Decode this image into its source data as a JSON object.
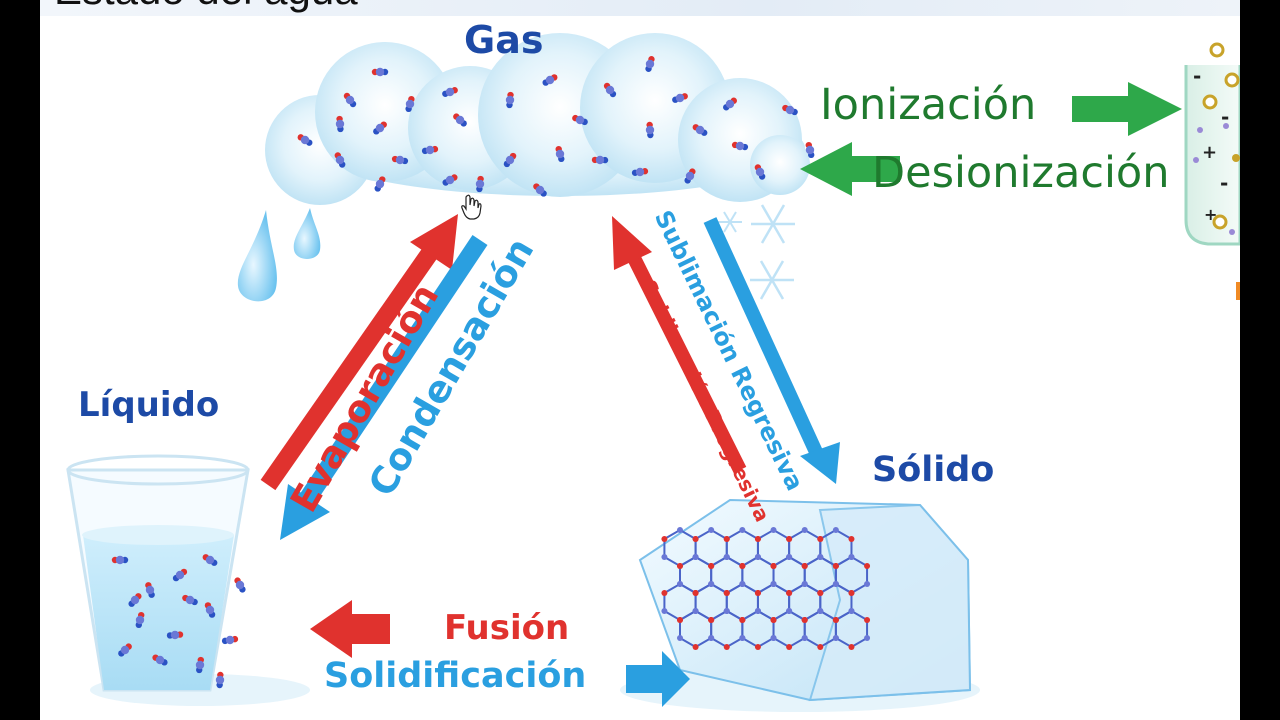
{
  "slide": {
    "title": "Estado del agua"
  },
  "states": {
    "gas": "Gas",
    "liquid": "Líquido",
    "solid": "Sólido"
  },
  "transitions": {
    "evaporation": "Evaporación",
    "condensation": "Condensación",
    "sublimation_regressive": "Sublimación Regresiva",
    "sublimation_progressive": "Sublimación Progresiva",
    "fusion": "Fusión",
    "solidification": "Solidificación",
    "ionization": "Ionización",
    "deionization": "Desionización"
  },
  "colors": {
    "state_label": "#1d4aa6",
    "red_arrow": "#e0322e",
    "blue_arrow": "#2a9fe0",
    "green_arrow": "#2ea84a",
    "green_text": "#1f7a2e",
    "cloud": "#cdeaf7",
    "ice": "#d6ecfa"
  },
  "icons": [
    "hand-cursor-icon",
    "snowflake-icon",
    "water-drop-icon"
  ]
}
